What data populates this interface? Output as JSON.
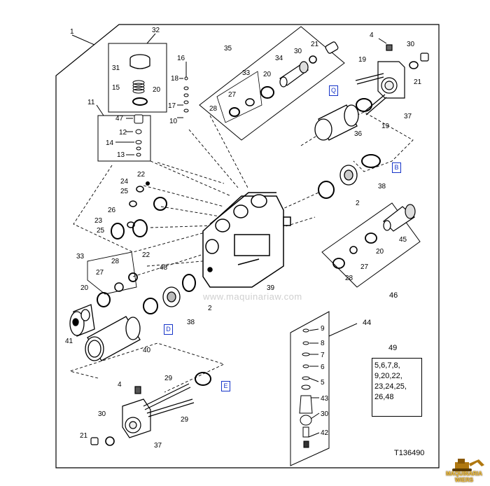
{
  "diagram": {
    "title": "Hydraulic control valve exploded view",
    "part_code": "T136490",
    "watermark": "www.maquinariaw.com",
    "logo_text": "MAQUINARIA WIERS",
    "kit": {
      "number": "49",
      "lines": [
        "5,6,7,8,",
        "9,20,22,",
        "23,24,25,",
        "26,48"
      ]
    },
    "ref_boxes": {
      "a": "Q",
      "b": "B",
      "c": "D",
      "d": "E"
    },
    "callouts": {
      "c1": "1",
      "c32": "32",
      "c31": "31",
      "c15": "15",
      "c20a": "20",
      "c11": "11",
      "c47": "47",
      "c12": "12",
      "c14": "14",
      "c13": "13",
      "c16": "16",
      "c18": "18",
      "c17": "17",
      "c10": "10",
      "c35": "35",
      "c33a": "33",
      "c27a": "27",
      "c28a": "28",
      "c20b": "20",
      "c34": "34",
      "c30a": "30",
      "c21a": "21",
      "c4a": "4",
      "c30b": "30",
      "c19a": "19",
      "c21b": "21",
      "c37a": "37",
      "c19b": "19",
      "c36": "36",
      "c38a": "38",
      "c2a": "2",
      "c22a": "22",
      "c24": "24",
      "c25a": "25",
      "c26": "26",
      "c23": "23",
      "c25b": "25",
      "c22b": "22",
      "c48": "48",
      "c33b": "33",
      "c27b": "27",
      "c28b": "28",
      "c20c": "20",
      "c41": "41",
      "c40": "40",
      "c38b": "38",
      "c2b": "2",
      "c39": "39",
      "c45": "45",
      "c20d": "20",
      "c27c": "27",
      "c28c": "28",
      "c46": "46",
      "c44": "44",
      "c9": "9",
      "c8": "8",
      "c7": "7",
      "c6": "6",
      "c5": "5",
      "c43": "43",
      "c30c": "30",
      "c42": "42",
      "c4b": "4",
      "c29a": "29",
      "c29b": "29",
      "c30d": "30",
      "c21c": "21",
      "c37b": "37"
    }
  }
}
